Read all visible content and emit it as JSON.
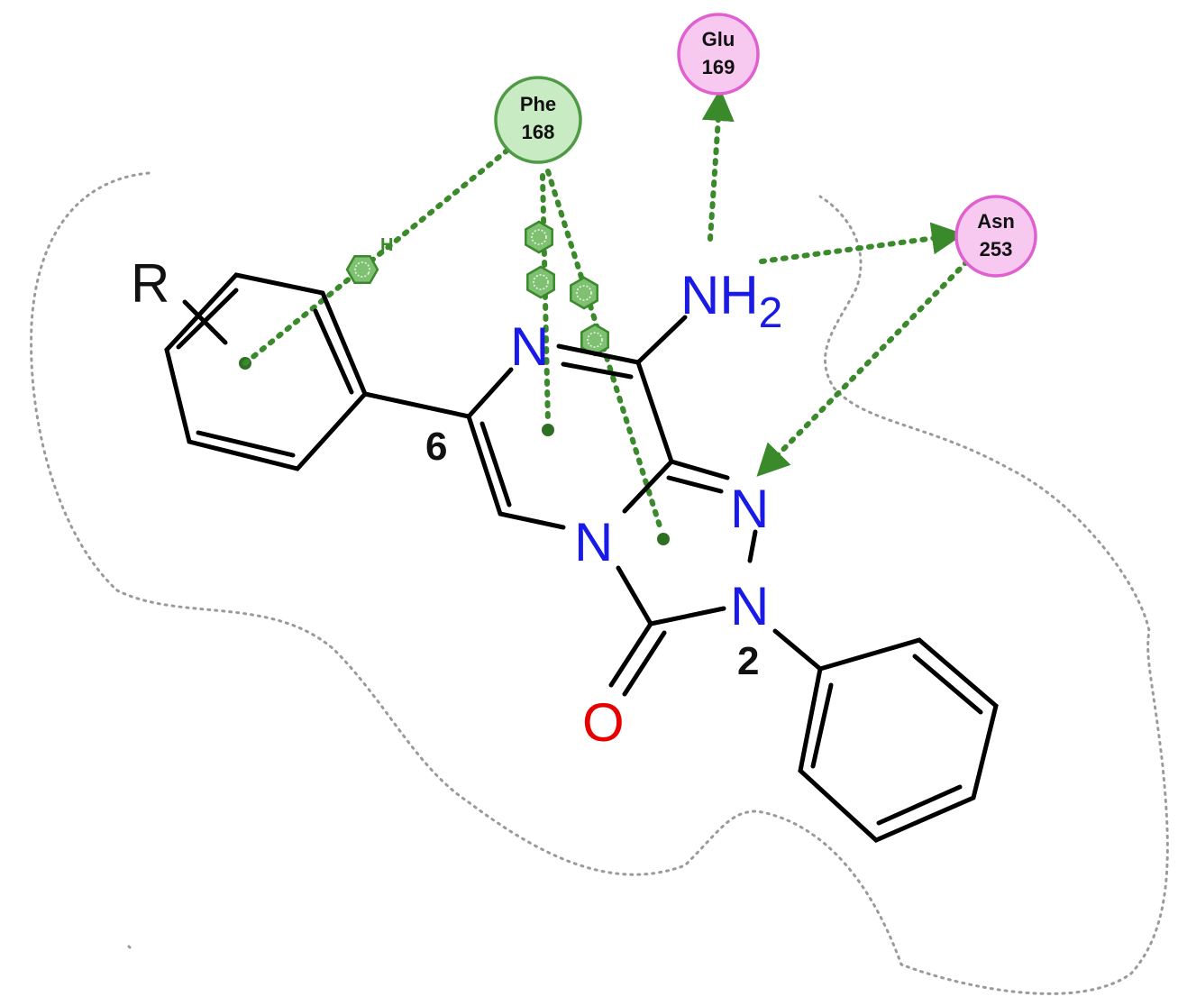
{
  "atoms": {
    "r_group": "R",
    "n_top": "N",
    "n_bridge": "N",
    "n_1": "N",
    "n_2": "N",
    "nh2_main": "NH",
    "nh2_sub": "2",
    "oxygen": "O",
    "pos_6": "6",
    "pos_2": "2",
    "h_label": "H"
  },
  "residues": {
    "phe": {
      "name": "Phe",
      "number": "168"
    },
    "glu": {
      "name": "Glu",
      "number": "169"
    },
    "asn": {
      "name": "Asn",
      "number": "253"
    }
  },
  "colors": {
    "interaction_green": "#3a8a2c",
    "residue_green_fill": "#c9ebc3",
    "residue_pink_fill": "#f7c9f1",
    "residue_pink_stroke": "#e060cf",
    "nitrogen_blue": "#1a1ae6",
    "oxygen_red": "#e60000",
    "pocket_gray": "#9a9a9a"
  },
  "icons": {
    "pi_stack": "pi-stacking-ring-icon",
    "centroid": "ring-centroid-dot-icon",
    "arrow": "hbond-arrow-icon"
  }
}
